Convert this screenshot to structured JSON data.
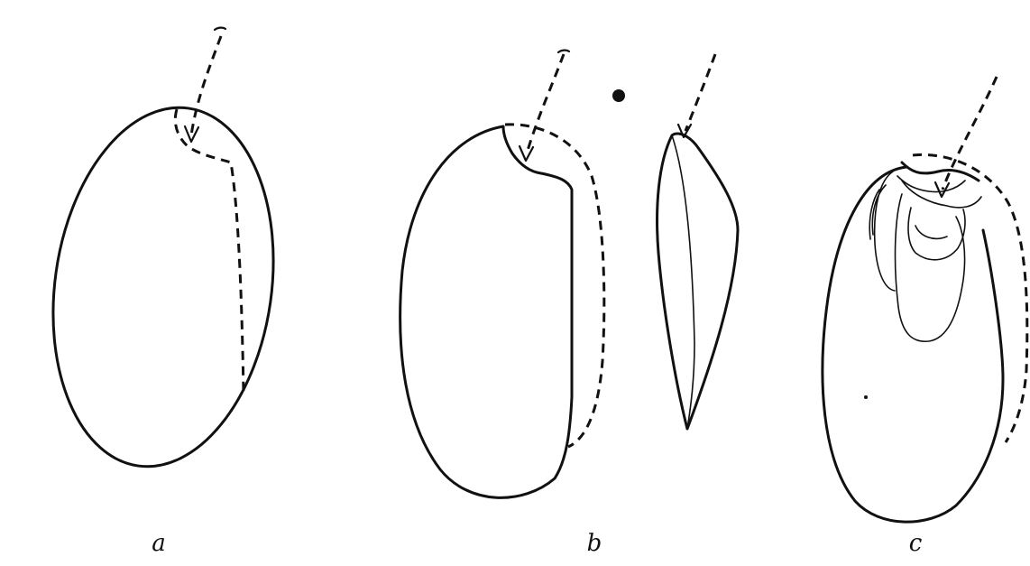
{
  "figure": {
    "labels": {
      "a": "a",
      "b": "b",
      "c": "c"
    }
  }
}
